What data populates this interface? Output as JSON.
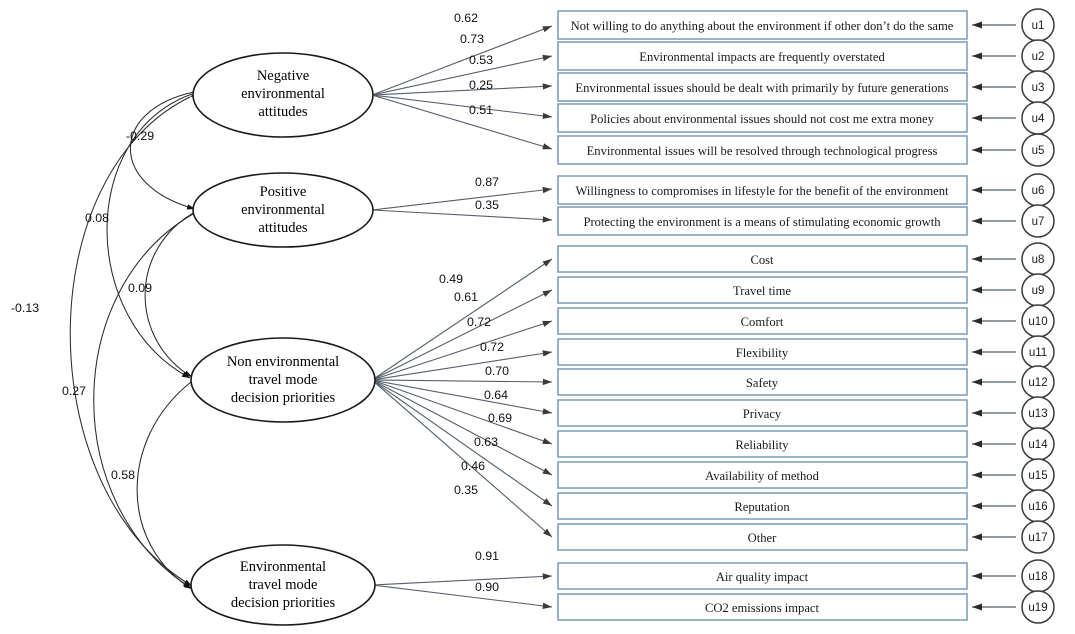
{
  "chart_data": {
    "type": "diagram",
    "title": "",
    "diagram_kind": "structural-equation-model-path-diagram",
    "latent_factors": [
      {
        "id": "F1",
        "label": "Negative environmental attitudes",
        "lines": [
          "Negative",
          "environmental",
          "attitudes"
        ]
      },
      {
        "id": "F2",
        "label": "Positive environmental attitudes",
        "lines": [
          "Positive",
          "environmental",
          "attitudes"
        ]
      },
      {
        "id": "F3",
        "label": "Non environmental travel mode decision priorities",
        "lines": [
          "Non environmental",
          "travel mode",
          "decision priorities"
        ]
      },
      {
        "id": "F4",
        "label": "Environmental travel mode decision priorities",
        "lines": [
          "Environmental",
          "travel mode",
          "decision priorities"
        ]
      }
    ],
    "indicators": [
      {
        "id": "i1",
        "text": "Not willing to do anything about the environment if other don’t do the same",
        "error": "u1",
        "factor": "F1",
        "loading": "0.62"
      },
      {
        "id": "i2",
        "text": "Environmental impacts are frequently overstated",
        "error": "u2",
        "factor": "F1",
        "loading": "0.73"
      },
      {
        "id": "i3",
        "text": "Environmental issues should be dealt with primarily by future generations",
        "error": "u3",
        "factor": "F1",
        "loading": "0.53"
      },
      {
        "id": "i4",
        "text": "Policies about environmental issues should not cost me extra money",
        "error": "u4",
        "factor": "F1",
        "loading": "0.25"
      },
      {
        "id": "i5",
        "text": "Environmental issues will be resolved through technological progress",
        "error": "u5",
        "factor": "F1",
        "loading": "0.51"
      },
      {
        "id": "i6",
        "text": "Willingness to compromises in lifestyle for the benefit of the environment",
        "error": "u6",
        "factor": "F2",
        "loading": "0.87"
      },
      {
        "id": "i7",
        "text": "Protecting the environment is a means of stimulating economic growth",
        "error": "u7",
        "factor": "F2",
        "loading": "0.35"
      },
      {
        "id": "i8",
        "text": "Cost",
        "error": "u8",
        "factor": "F3",
        "loading": "0.49"
      },
      {
        "id": "i9",
        "text": "Travel time",
        "error": "u9",
        "factor": "F3",
        "loading": "0.61"
      },
      {
        "id": "i10",
        "text": "Comfort",
        "error": "u10",
        "factor": "F3",
        "loading": "0.72"
      },
      {
        "id": "i11",
        "text": "Flexibility",
        "error": "u11",
        "factor": "F3",
        "loading": "0.72"
      },
      {
        "id": "i12",
        "text": "Safety",
        "error": "u12",
        "factor": "F3",
        "loading": "0.70"
      },
      {
        "id": "i13",
        "text": "Privacy",
        "error": "u13",
        "factor": "F3",
        "loading": "0.64"
      },
      {
        "id": "i14",
        "text": "Reliability",
        "error": "u14",
        "factor": "F3",
        "loading": "0.69"
      },
      {
        "id": "i15",
        "text": "Availability of method",
        "error": "u15",
        "factor": "F3",
        "loading": "0.63"
      },
      {
        "id": "i16",
        "text": "Reputation",
        "error": "u16",
        "factor": "F3",
        "loading": "0.46"
      },
      {
        "id": "i17",
        "text": "Other",
        "error": "u17",
        "factor": "F3",
        "loading": "0.35"
      },
      {
        "id": "i18",
        "text": "Air quality impact",
        "error": "u18",
        "factor": "F4",
        "loading": "0.91"
      },
      {
        "id": "i19",
        "text": "CO2 emissions impact",
        "error": "u19",
        "factor": "F4",
        "loading": "0.90"
      }
    ],
    "covariances": [
      {
        "from": "F1",
        "to": "F2",
        "value": "-0.29"
      },
      {
        "from": "F1",
        "to": "F3",
        "value": "0.08"
      },
      {
        "from": "F1",
        "to": "F4",
        "value": "-0.13"
      },
      {
        "from": "F2",
        "to": "F3",
        "value": "0.09"
      },
      {
        "from": "F2",
        "to": "F4",
        "value": "0.27"
      },
      {
        "from": "F3",
        "to": "F4",
        "value": "0.58"
      }
    ],
    "colors": {
      "box_stroke": "#7a9ab8",
      "ellipse_stroke": "#1a1a1a",
      "circle_stroke": "#3a3a3a",
      "path_stroke": "#555f69",
      "covariance_stroke": "#2b2b2b",
      "background": "#ffffff"
    }
  }
}
